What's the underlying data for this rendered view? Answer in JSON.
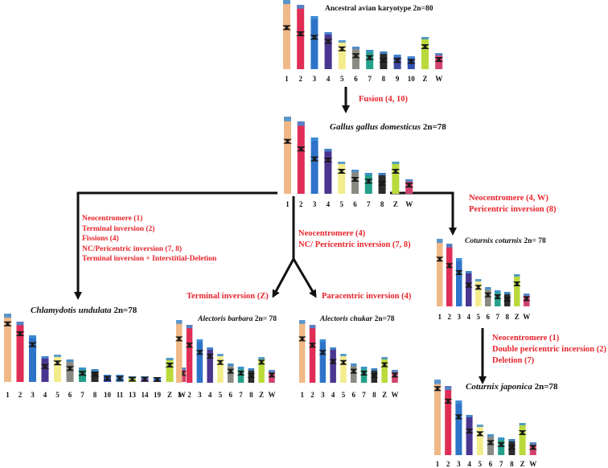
{
  "colors": {
    "arrow": "#111111",
    "event_text": "#e8242c",
    "chr1": "#f0b887",
    "chr2": "#e02d56",
    "chr3": "#2e73c9",
    "chr4": "#4a3590",
    "chr5": "#f3ec8c",
    "chr6": "#8a8a82",
    "chr7": "#25a08a",
    "chr8": "#2b2b2b",
    "chr9": "#3b4aa0",
    "chr10": "#3350b3",
    "chrZ": "#b9da3a",
    "chrW": "#d2436e",
    "chr10b": "#e8506e",
    "chr11": "#3a7fd2",
    "chr13": "#b8d83c",
    "chr14": "#6a4aa8",
    "chr19": "#3a55b0",
    "centromere": "#1a1a1a",
    "telomere": "#3f8fd6"
  },
  "karyotypes": [
    {
      "key": "ancestral",
      "species": "Ancestral avian karyotype",
      "chromosome_number": "2n=80",
      "labels": [
        "1",
        "2",
        "3",
        "4",
        "5",
        "6",
        "7",
        "8",
        "9",
        "10",
        "Z",
        "W"
      ]
    },
    {
      "key": "gallus",
      "species": "Gallus gallus domesticus",
      "chromosome_number": "2n=78",
      "labels": [
        "1",
        "2",
        "3",
        "4",
        "5",
        "6",
        "7",
        "8",
        "Z",
        "W"
      ]
    },
    {
      "key": "chlamydotis",
      "species": "Chlamydotis undulata",
      "chromosome_number": "2n=78",
      "labels": [
        "1",
        "2",
        "3",
        "4",
        "5",
        "6",
        "7",
        "8",
        "10",
        "11",
        "13",
        "14",
        "19",
        "Z",
        "W"
      ]
    },
    {
      "key": "barbara",
      "species": "Alectoris barbara",
      "chromosome_number": "2n= 78",
      "labels": [
        "1",
        "2",
        "3",
        "4",
        "5",
        "6",
        "7",
        "8",
        "Z",
        "W"
      ]
    },
    {
      "key": "chukar",
      "species": "Alectoris chukar",
      "chromosome_number": "2n=78",
      "labels": [
        "1",
        "2",
        "3",
        "4",
        "5",
        "6",
        "7",
        "8",
        "Z",
        "W"
      ]
    },
    {
      "key": "coturnix",
      "species": "Coturnix coturnix",
      "chromosome_number": "2n= 78",
      "labels": [
        "1",
        "2",
        "3",
        "4",
        "5",
        "6",
        "7",
        "8",
        "Z",
        "W"
      ]
    },
    {
      "key": "japonica",
      "species": "Coturnix japonica",
      "chromosome_number": "2n=78",
      "labels": [
        "1",
        "2",
        "3",
        "4",
        "5",
        "6",
        "7",
        "8",
        "Z",
        "W"
      ]
    }
  ],
  "events": {
    "fusion": [
      "Fusion (4, 10)"
    ],
    "to_chlamydotis": [
      "Neocentromere (1)",
      "Terminal inversion (2)",
      "Fissions (4)",
      "NC/Pericentric inversion (7, 8)",
      "Terminal inversion + Interstitial-Deletion"
    ],
    "to_alectoris": [
      "Neocentromere (4)",
      "NC/ Pericentric inversion (7, 8)"
    ],
    "to_barbara": [
      "Terminal inversion (Z)"
    ],
    "to_chukar": [
      "Paracentric inversion (4)"
    ],
    "to_coturnix": [
      "Neocentromere (4, W)",
      "Pericentric inversion (8)"
    ],
    "to_japonica": [
      "Neocentromere (1)",
      "Double pericentric incersion (2)",
      "Deletion (7)"
    ]
  }
}
